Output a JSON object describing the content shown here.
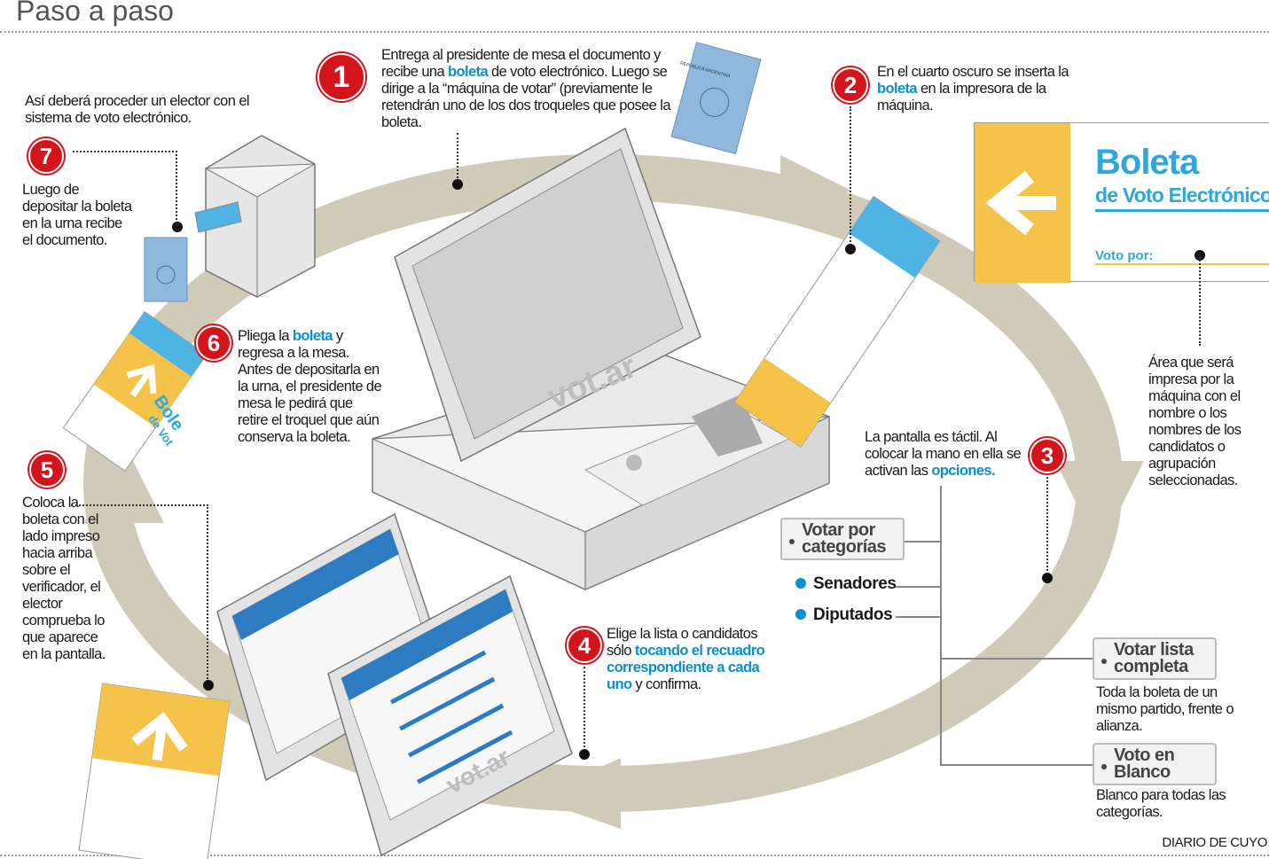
{
  "title": "Paso a paso",
  "intro": "Así deberá proceder un elector con el sistema de voto electrónico.",
  "steps": [
    {
      "number": "1",
      "parts": [
        "Entrega al presidente de mesa el documento y recibe una ",
        "boleta",
        " de voto electrónico. Luego se dirige a la “máquina de votar” (previamente le retendrán uno de los dos troqueles que posee la boleta."
      ]
    },
    {
      "number": "2",
      "parts": [
        "En el cuarto oscuro se inserta la ",
        "boleta",
        " en la impresora de la máquina."
      ]
    },
    {
      "number": "3",
      "parts": [
        "La pantalla es táctil. Al colocar la mano en ella se activan las ",
        "opciones."
      ]
    },
    {
      "number": "4",
      "parts": [
        "Elige la lista o candidatos sólo ",
        "tocando el recuadro correspondiente a cada uno",
        " y confirma."
      ]
    },
    {
      "number": "5",
      "parts": [
        "Coloca la boleta con el lado impreso hacia arriba sobre el verificador, el elector comprueba lo que aparece en la pantalla."
      ]
    },
    {
      "number": "6",
      "parts": [
        "Pliega la ",
        "boleta",
        " y regresa a la mesa. Antes de depositarla en la urna, el presidente de mesa le pedirá que retire el troquel que aún conserva la boleta."
      ]
    },
    {
      "number": "7",
      "parts": [
        "Luego de depositar la boleta en la urna recibe el documento."
      ]
    }
  ],
  "ballot": {
    "title": "Boleta",
    "subtitle": "de Voto Electrónico",
    "vote_for": "Voto por:",
    "short_title": "Bole",
    "short_sub": "de Vot"
  },
  "print_area_note": "Área que será impresa por la máquina con el nombre o los nombres de los candidatos o agrupación seleccionadas.",
  "options": {
    "by_category": "Votar por categorías",
    "categories": [
      "Senadores",
      "Diputados"
    ],
    "full_list": "Votar lista completa",
    "full_list_desc": "Toda la boleta de un mismo partido, frente o alianza.",
    "blank": "Voto en Blanco",
    "blank_desc": "Blanco para todas las categorías."
  },
  "machine_brand": "vot.ar",
  "document_label": "REPÚBLICA ARGENTINA",
  "credit": "DIARIO DE CUYO",
  "colors": {
    "accent": "#0a8fd0",
    "step": "#d4141c",
    "ring": "#cfcbb8",
    "ballot_yellow": "#f6c34a"
  }
}
